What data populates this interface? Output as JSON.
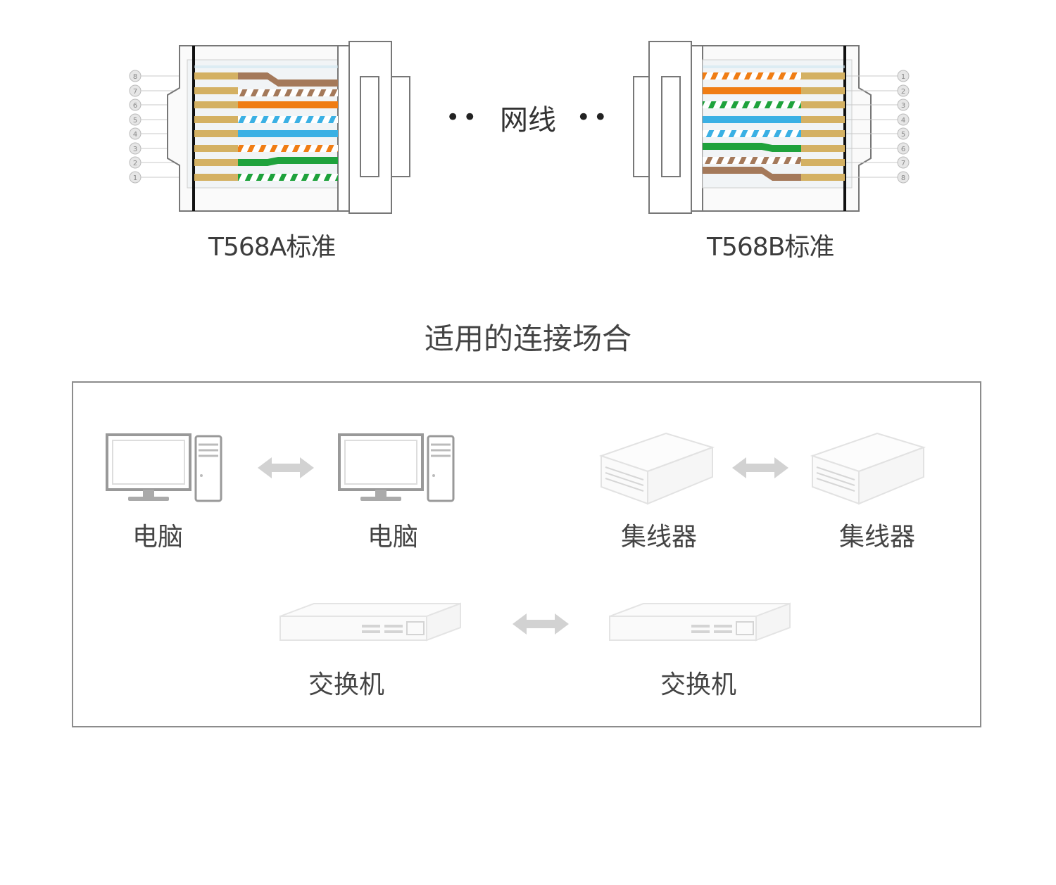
{
  "connectors": {
    "left": {
      "standard_label": "T568A标准",
      "pin_numbers": [
        "8",
        "7",
        "6",
        "5",
        "4",
        "3",
        "2",
        "1"
      ]
    },
    "right": {
      "standard_label": "T568B标准",
      "pin_numbers": [
        "1",
        "2",
        "3",
        "4",
        "5",
        "6",
        "7",
        "8"
      ]
    }
  },
  "cable": {
    "dots_left": "••",
    "label": "网线",
    "dots_right": "••"
  },
  "section_title": "适用的连接场合",
  "devices": {
    "pc_a": "电脑",
    "pc_b": "电脑",
    "hub_a": "集线器",
    "hub_b": "集线器",
    "switch_a": "交换机",
    "switch_b": "交换机"
  },
  "colors": {
    "gold": "#d4b163",
    "brown": "#a4795a",
    "orange": "#f07d14",
    "blue": "#3ab0e4",
    "green": "#1ea23c",
    "arrow": "#d2d2d2",
    "device_outline": "#9a9a9a",
    "box_border": "#8c8c8c"
  }
}
